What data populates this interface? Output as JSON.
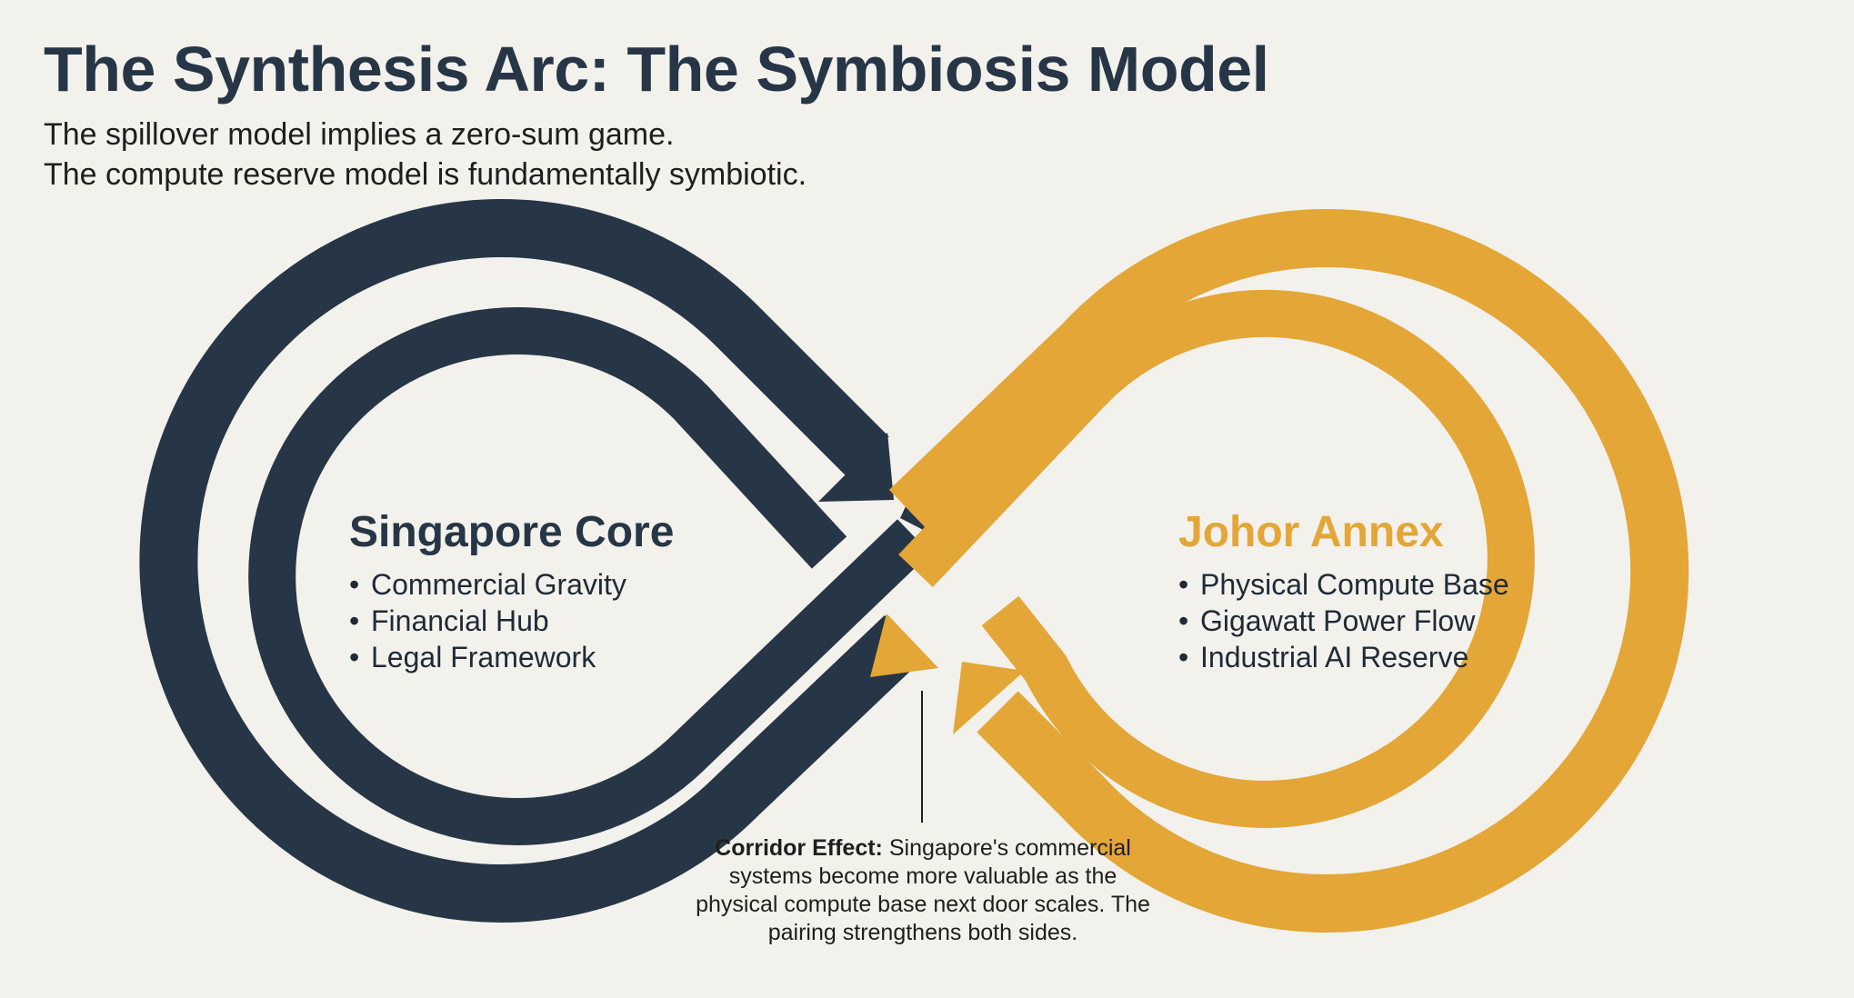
{
  "title": "The Synthesis Arc: The Symbiosis Model",
  "subtitle": {
    "line1": "The spillover model implies a zero-sum game.",
    "line2": "The compute reserve model is fundamentally symbiotic."
  },
  "nodes": {
    "singapore": {
      "title": "Singapore Core",
      "items": [
        "Commercial Gravity",
        "Financial Hub",
        "Legal Framework"
      ]
    },
    "johor": {
      "title": "Johor Annex",
      "items": [
        "Physical Compute Base",
        "Gigawatt Power Flow",
        "Industrial AI Reserve"
      ]
    }
  },
  "callout": {
    "label": "Corridor Effect:",
    "text": " Singapore's commercial systems become more valuable as the physical compute base next door scales. The pairing strengthens both sides."
  },
  "bullet": "•",
  "colors": {
    "background": "#f2f1ec",
    "navy": "#273646",
    "gold": "#e3a637"
  }
}
